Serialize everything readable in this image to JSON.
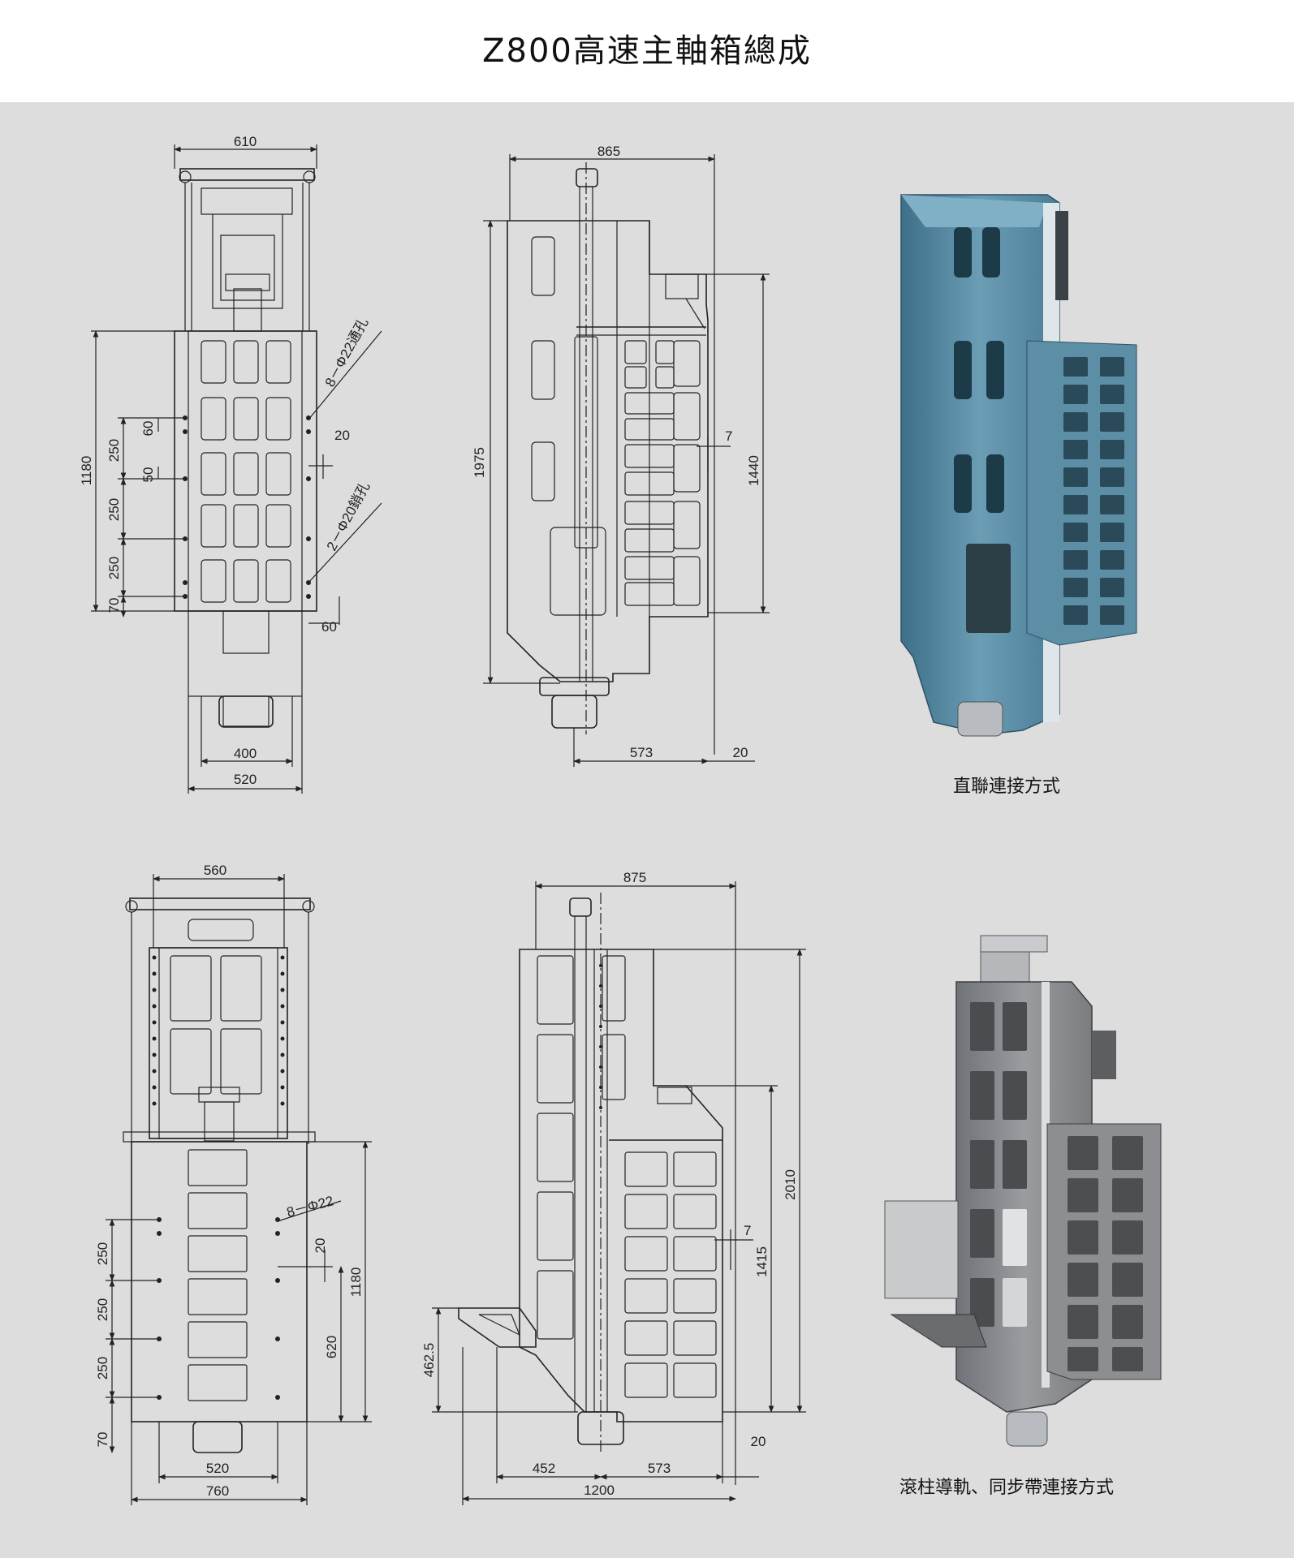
{
  "title": "Z800高速主軸箱總成",
  "captions": {
    "direct": "直聯連接方式",
    "roller": "滾柱導軌、同步帶連接方式"
  },
  "dims": {
    "d1_top": "610",
    "d1_total": "1180",
    "d1_a": "250",
    "d1_b": "250",
    "d1_c": "250",
    "d1_d": "70",
    "d1_e": "60",
    "d1_f": "50",
    "d1_g": "20",
    "d1_h": "60",
    "d1_hole1": "8－Φ22通孔",
    "d1_hole2": "2－Φ20銷孔",
    "d1_bot1": "400",
    "d1_bot2": "520",
    "d2_top": "865",
    "d2_h1": "1975",
    "d2_h2": "1440",
    "d2_s": "7",
    "d2_b1": "573",
    "d2_b2": "20",
    "d3_top": "560",
    "d3_hole": "8－Φ22",
    "d3_a": "250",
    "d3_b": "250",
    "d3_c": "250",
    "d3_d": "70",
    "d3_e": "20",
    "d3_f": "1180",
    "d3_g": "620",
    "d3_bot1": "520",
    "d3_bot2": "760",
    "d4_top": "875",
    "d4_h1": "2010",
    "d4_h2": "1415",
    "d4_s": "7",
    "d4_h3": "462.5",
    "d4_b1": "452",
    "d4_b2": "573",
    "d4_b3": "20",
    "d4_b4": "1200"
  },
  "colors": {
    "background": "#dddddd",
    "blue_casting": "#5a8fa8",
    "gray_casting": "#8a8c90"
  }
}
